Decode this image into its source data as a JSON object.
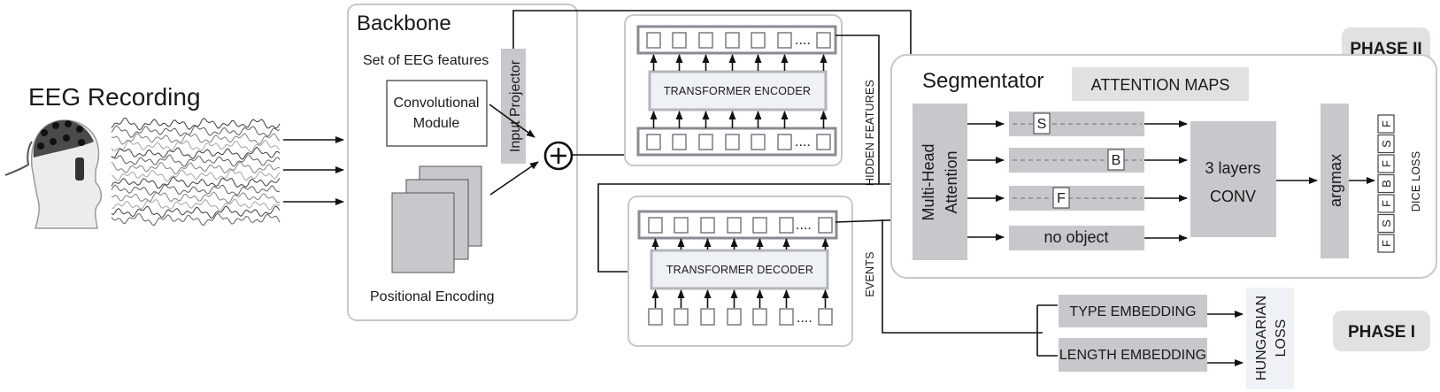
{
  "labels": {
    "eeg_recording": "EEG Recording",
    "backbone": "Backbone",
    "set_of_eeg_features": "Set of EEG features",
    "convolutional_module_line1": "Convolutional",
    "convolutional_module_line2": "Module",
    "positional_encoding": "Positional Encoding",
    "input_projector": "Input Projector",
    "transformer_encoder": "TRANSFORMER ENCODER",
    "transformer_decoder": "TRANSFORMER DECODER",
    "hidden_features": "HIDDEN FEATURES",
    "events": "EVENTS",
    "segmentator": "Segmentator",
    "attention_maps": "ATTENTION MAPS",
    "multi_head_line1": "Multi-Head",
    "multi_head_line2": "Attention",
    "three_layers_conv_line1": "3 layers",
    "three_layers_conv_line2": "CONV",
    "argmax": "argmax",
    "dice_loss": "DICE LOSS",
    "no_object": "no object",
    "type_embedding": "TYPE EMBEDDING",
    "length_embedding": "LENGTH EMBEDDING",
    "hungarian_loss_line1": "HUNGARIAN",
    "hungarian_loss_line2": "LOSS",
    "phase_1": "PHASE I",
    "phase_2": "PHASE II",
    "ellipsis": "...."
  },
  "attention_rows": [
    "S",
    "B",
    "F"
  ],
  "output_sequence": [
    "F",
    "S",
    "F",
    "B",
    "F",
    "S",
    "F"
  ],
  "plus_symbol": "+"
}
